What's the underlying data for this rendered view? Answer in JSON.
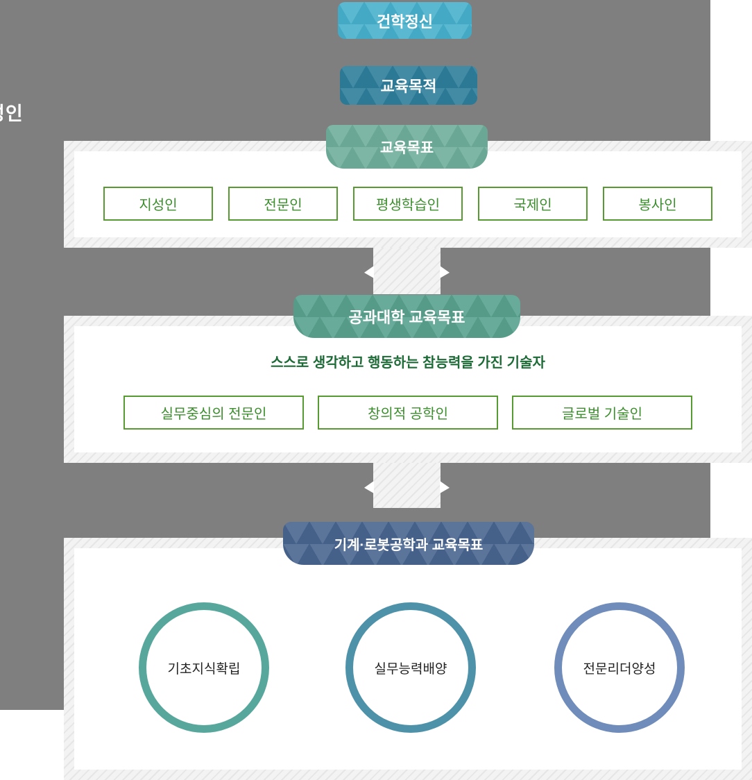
{
  "page": {
    "left_partial_text": "성인",
    "background_gray": "#7f7f7f",
    "hatch_base": "#f3f3f3"
  },
  "badges": {
    "founding_spirit": {
      "label": "건학정신",
      "color": "#47b0cc"
    },
    "edu_purpose": {
      "label": "교육목적",
      "color": "#2e7e9b"
    },
    "edu_goals": {
      "label": "교육목표",
      "color": "#6fae9b"
    },
    "college_goals": {
      "label": "공과대학 교육목표",
      "color": "#58a18e"
    },
    "dept_goals": {
      "label": "기계·로봇공학과 교육목표",
      "color": "#48648f"
    }
  },
  "sections": {
    "university_goals": {
      "items": [
        "지성인",
        "전문인",
        "평생학습인",
        "국제인",
        "봉사인"
      ],
      "box_border_color": "#569a31",
      "box_text_color": "#3b8e2c"
    },
    "college_goals": {
      "headline": "스스로 생각하고 행동하는 참능력을 가진 기술자",
      "headline_color": "#1d6b37",
      "items": [
        "실무중심의 전문인",
        "창의적 공학인",
        "글로벌 기술인"
      ]
    },
    "department_goals": {
      "items": [
        {
          "label": "기초지식확립",
          "ring_color": "#57a79c"
        },
        {
          "label": "실무능력배양",
          "ring_color": "#4e92a9"
        },
        {
          "label": "전문리더양성",
          "ring_color": "#6f8cba"
        }
      ]
    }
  }
}
